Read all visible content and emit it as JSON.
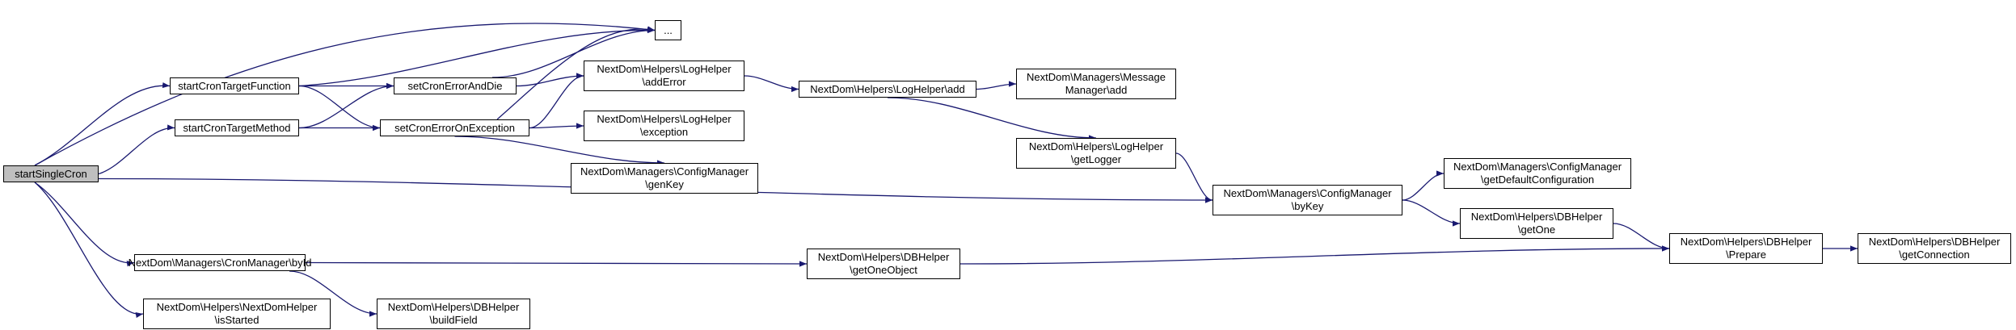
{
  "graph": {
    "edge_color": "#191970",
    "root_fill": "#bfbfbf",
    "nodes": [
      {
        "id": "root",
        "lines": [
          "startSingleCron"
        ]
      },
      {
        "id": "ellipsis",
        "lines": [
          "..."
        ]
      },
      {
        "id": "func",
        "lines": [
          "startCronTargetFunction"
        ]
      },
      {
        "id": "meth",
        "lines": [
          "startCronTargetMethod"
        ]
      },
      {
        "id": "die",
        "lines": [
          "setCronErrorAndDie"
        ]
      },
      {
        "id": "exc",
        "lines": [
          "setCronErrorOnException"
        ]
      },
      {
        "id": "adderr",
        "lines": [
          "NextDom\\Helpers\\LogHelper",
          "\\addError"
        ]
      },
      {
        "id": "logexc",
        "lines": [
          "NextDom\\Helpers\\LogHelper",
          "\\exception"
        ]
      },
      {
        "id": "genkey",
        "lines": [
          "NextDom\\Managers\\ConfigManager",
          "\\genKey"
        ]
      },
      {
        "id": "logadd",
        "lines": [
          "NextDom\\Helpers\\LogHelper\\add"
        ]
      },
      {
        "id": "msgadd",
        "lines": [
          "NextDom\\Managers\\Message",
          "Manager\\add"
        ]
      },
      {
        "id": "getlogger",
        "lines": [
          "NextDom\\Helpers\\LogHelper",
          "\\getLogger"
        ]
      },
      {
        "id": "bykey",
        "lines": [
          "NextDom\\Managers\\ConfigManager",
          "\\byKey"
        ]
      },
      {
        "id": "defconf",
        "lines": [
          "NextDom\\Managers\\ConfigManager",
          "\\getDefaultConfiguration"
        ]
      },
      {
        "id": "getone",
        "lines": [
          "NextDom\\Helpers\\DBHelper",
          "\\getOne"
        ]
      },
      {
        "id": "prepare",
        "lines": [
          "NextDom\\Helpers\\DBHelper",
          "\\Prepare"
        ]
      },
      {
        "id": "getconn",
        "lines": [
          "NextDom\\Helpers\\DBHelper",
          "\\getConnection"
        ]
      },
      {
        "id": "cronbyid",
        "lines": [
          "NextDom\\Managers\\CronManager\\byId"
        ]
      },
      {
        "id": "getoneobj",
        "lines": [
          "NextDom\\Helpers\\DBHelper",
          "\\getOneObject"
        ]
      },
      {
        "id": "isstarted",
        "lines": [
          "NextDom\\Helpers\\NextDomHelper",
          "\\isStarted"
        ]
      },
      {
        "id": "buildfield",
        "lines": [
          "NextDom\\Helpers\\DBHelper",
          "\\buildField"
        ]
      }
    ],
    "edges": [
      [
        "root",
        "ellipsis"
      ],
      [
        "root",
        "func"
      ],
      [
        "root",
        "meth"
      ],
      [
        "root",
        "bykey"
      ],
      [
        "root",
        "cronbyid"
      ],
      [
        "root",
        "isstarted"
      ],
      [
        "func",
        "ellipsis"
      ],
      [
        "func",
        "die"
      ],
      [
        "func",
        "exc"
      ],
      [
        "meth",
        "die"
      ],
      [
        "meth",
        "exc"
      ],
      [
        "die",
        "ellipsis"
      ],
      [
        "die",
        "adderr"
      ],
      [
        "exc",
        "ellipsis"
      ],
      [
        "exc",
        "adderr"
      ],
      [
        "exc",
        "logexc"
      ],
      [
        "exc",
        "genkey"
      ],
      [
        "adderr",
        "logadd"
      ],
      [
        "logadd",
        "msgadd"
      ],
      [
        "logadd",
        "getlogger"
      ],
      [
        "getlogger",
        "bykey"
      ],
      [
        "bykey",
        "defconf"
      ],
      [
        "bykey",
        "getone"
      ],
      [
        "getone",
        "prepare"
      ],
      [
        "prepare",
        "getconn"
      ],
      [
        "cronbyid",
        "getoneobj"
      ],
      [
        "cronbyid",
        "buildfield"
      ],
      [
        "getoneobj",
        "prepare"
      ]
    ]
  }
}
